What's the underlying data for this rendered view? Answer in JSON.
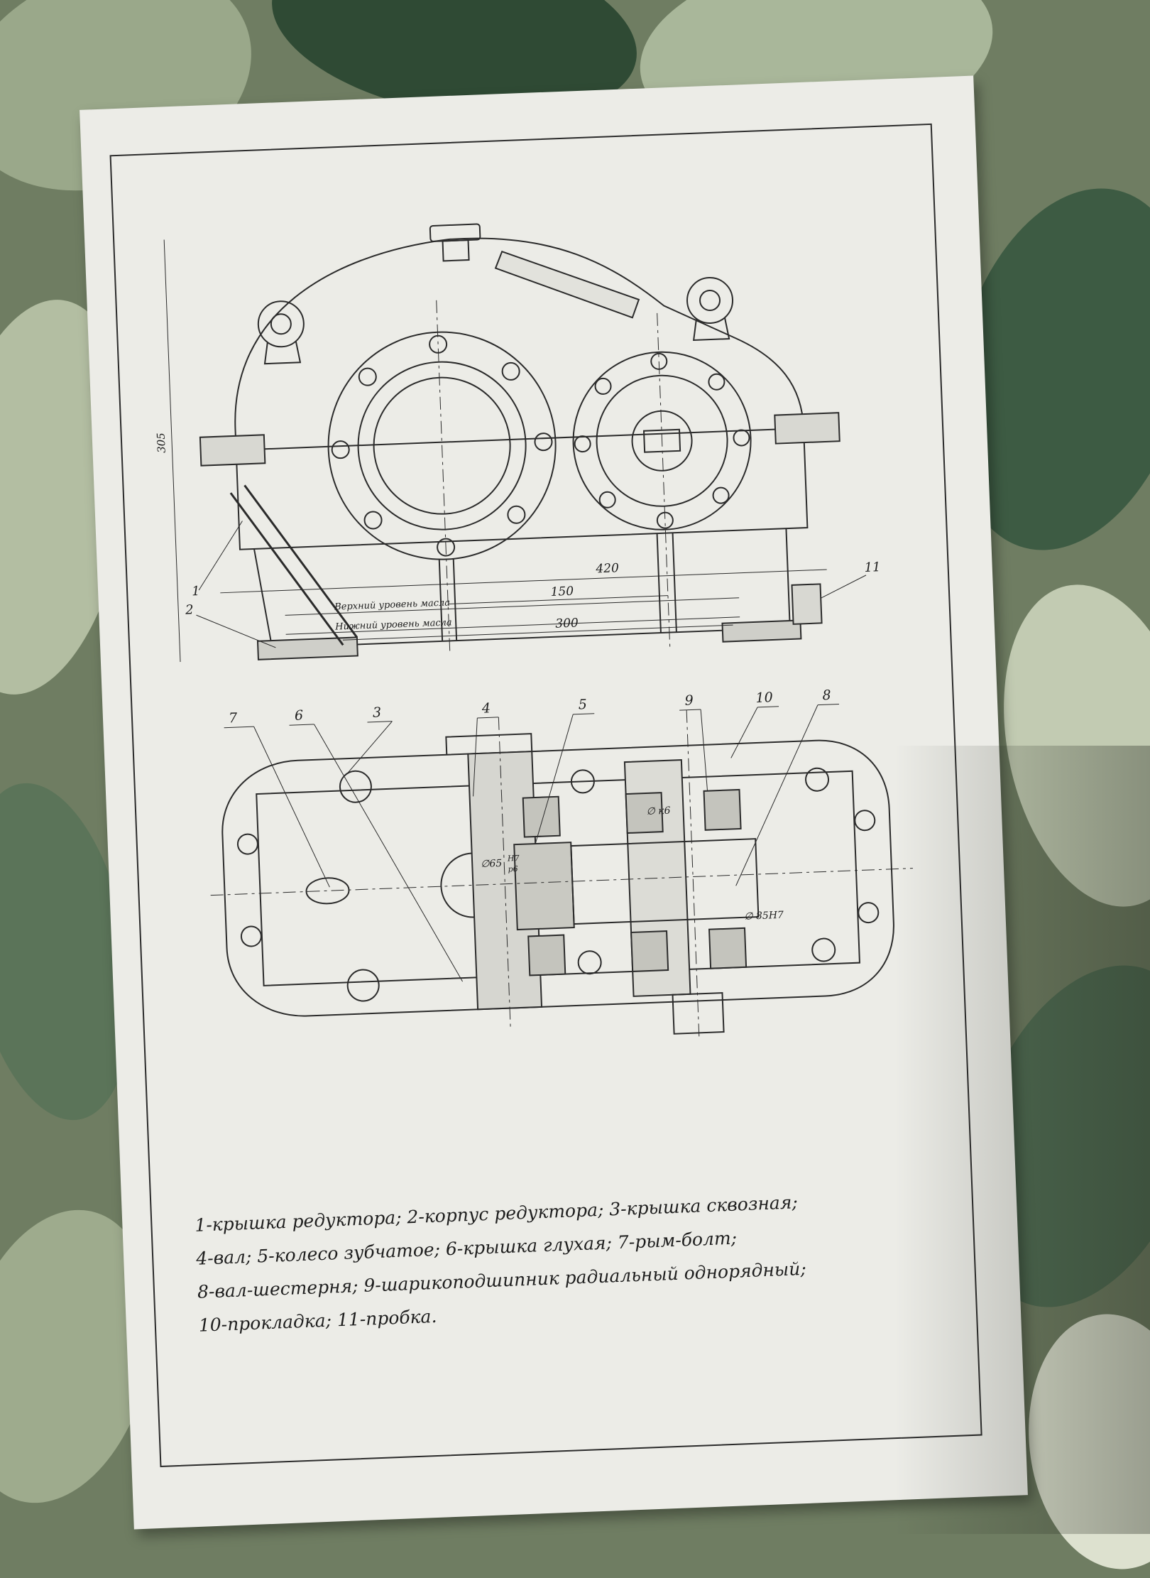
{
  "colors": {
    "paper": "#ecece7",
    "ink": "#2b2b2b",
    "backdrop": "#6f7d62"
  },
  "side_view": {
    "dimensions": [
      "420",
      "150",
      "300",
      "305"
    ],
    "oil_levels": {
      "upper": "Верхний уровень масла",
      "lower": "Нижний уровень масла"
    },
    "callouts": [
      "1",
      "2",
      "11"
    ]
  },
  "plan_view": {
    "callouts": [
      "7",
      "6",
      "3",
      "4",
      "5",
      "9",
      "10",
      "8"
    ],
    "fits": {
      "bore": "∅65",
      "fit_num": "H7",
      "fit_den": "p6",
      "shaft": "∅ к6",
      "housing": "∅ 85H7"
    }
  },
  "legend": [
    "1-крышка редуктора;  2-корпус редуктора;  3-крышка сквозная;",
    "4-вал;  5-колесо зубчатое;  6-крышка глухая;  7-рым-болт;",
    "8-вал-шестерня;  9-шарикоподшипник радиальный однорядный;",
    "10-прокладка;  11-пробка."
  ]
}
